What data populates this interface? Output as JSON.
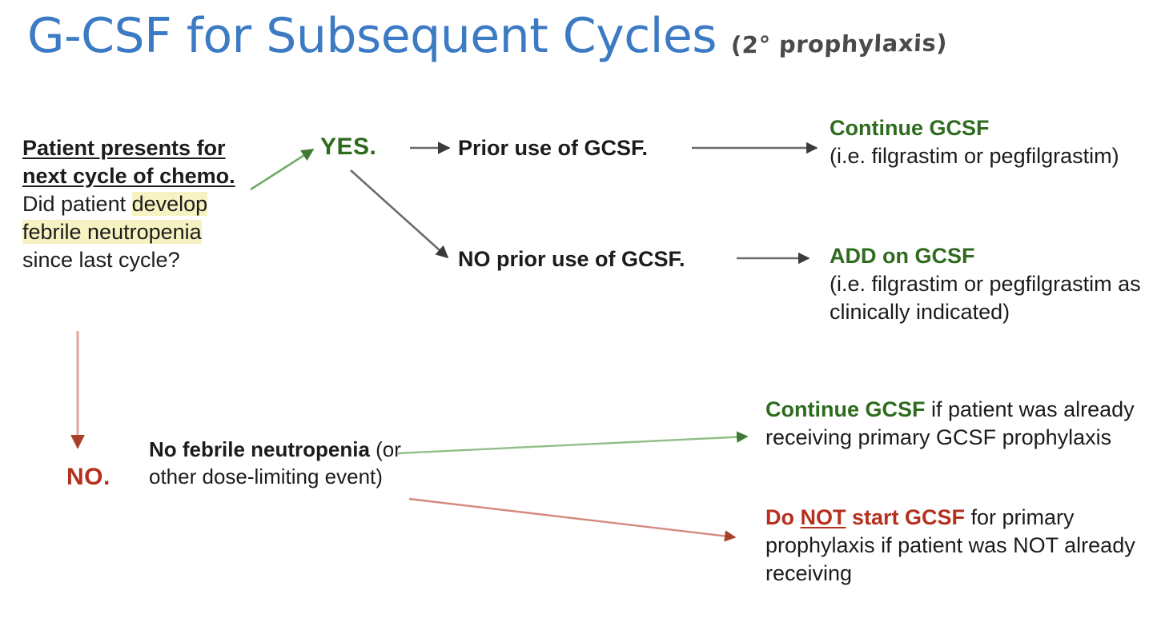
{
  "slide": {
    "background": "#ffffff",
    "title": {
      "main": "G-CSF for Subsequent Cycles",
      "annotation": "(2° prophylaxis)",
      "main_color": "#3C7BC4",
      "annotation_color": "#4a4a48"
    }
  },
  "colors": {
    "title_blue": "#3C7BC4",
    "green": "#2F6B1F",
    "red": "#B5301E",
    "black": "#1c1c1c",
    "highlight_yellow": "#F6F2C2",
    "arrow_gray": "#555555",
    "arrow_green": "#74A96B",
    "arrow_red": "#CC7F72"
  },
  "nodes": {
    "patient": {
      "heading": "Patient presents for next cycle of chemo.",
      "question_pre": "Did patient ",
      "question_highlight": "develop febrile neutropenia",
      "question_post": " since last cycle?"
    },
    "yes_label": "YES.",
    "no_label": "NO.",
    "prior_use": "Prior use of GCSF.",
    "no_prior_use": "NO prior use of GCSF.",
    "continue_gcsf": {
      "emphasis": "Continue GCSF",
      "detail": "(i.e. filgrastim or pegfilgrastim)"
    },
    "add_gcsf": {
      "emphasis": "ADD on GCSF",
      "detail": "(i.e. filgrastim or pegfilgrastim as clinically indicated)"
    },
    "no_febrile": {
      "emphasis": "No febrile neutropenia",
      "detail": " (or other dose-limiting event)"
    },
    "continue_primary": {
      "emphasis": "Continue GCSF",
      "detail": " if patient was already receiving primary GCSF prophylaxis"
    },
    "do_not_start": {
      "emphasis_pre": "Do ",
      "emphasis_underlined": "NOT",
      "emphasis_post": " start GCSF",
      "detail": " for primary prophylaxis if patient was NOT already receiving"
    }
  },
  "chart_data": {
    "type": "flowchart",
    "title": "G-CSF for Subsequent Cycles (2° prophylaxis)",
    "nodes": [
      {
        "id": "start",
        "label": "Patient presents for next cycle of chemo. Did patient develop febrile neutropenia since last cycle?",
        "role": "decision"
      },
      {
        "id": "yes",
        "label": "YES.",
        "role": "branch-label",
        "color": "#2F6B1F"
      },
      {
        "id": "no",
        "label": "NO.",
        "role": "branch-label",
        "color": "#B5301E"
      },
      {
        "id": "prior",
        "label": "Prior use of GCSF.",
        "role": "condition"
      },
      {
        "id": "noprior",
        "label": "NO prior use of GCSF.",
        "role": "condition"
      },
      {
        "id": "continue",
        "label": "Continue GCSF (i.e. filgrastim or pegfilgrastim)",
        "role": "outcome",
        "color": "#2F6B1F"
      },
      {
        "id": "add",
        "label": "ADD on GCSF (i.e. filgrastim or pegfilgrastim as clinically indicated)",
        "role": "outcome",
        "color": "#2F6B1F"
      },
      {
        "id": "nofn",
        "label": "No febrile neutropenia (or other dose-limiting event)",
        "role": "condition"
      },
      {
        "id": "continue2",
        "label": "Continue GCSF if patient was already receiving primary GCSF prophylaxis",
        "role": "outcome",
        "color": "#2F6B1F"
      },
      {
        "id": "donot",
        "label": "Do NOT start GCSF for primary prophylaxis if patient was NOT already receiving",
        "role": "outcome",
        "color": "#B5301E"
      }
    ],
    "edges": [
      {
        "from": "start",
        "to": "yes",
        "color": "#74A96B"
      },
      {
        "from": "yes",
        "to": "prior",
        "color": "#555555"
      },
      {
        "from": "yes",
        "to": "noprior",
        "color": "#555555"
      },
      {
        "from": "prior",
        "to": "continue",
        "color": "#555555"
      },
      {
        "from": "noprior",
        "to": "add",
        "color": "#555555"
      },
      {
        "from": "start",
        "to": "no",
        "color": "#CC7F72"
      },
      {
        "from": "nofn",
        "to": "continue2",
        "color": "#74A96B"
      },
      {
        "from": "nofn",
        "to": "donot",
        "color": "#CC7F72"
      }
    ]
  }
}
